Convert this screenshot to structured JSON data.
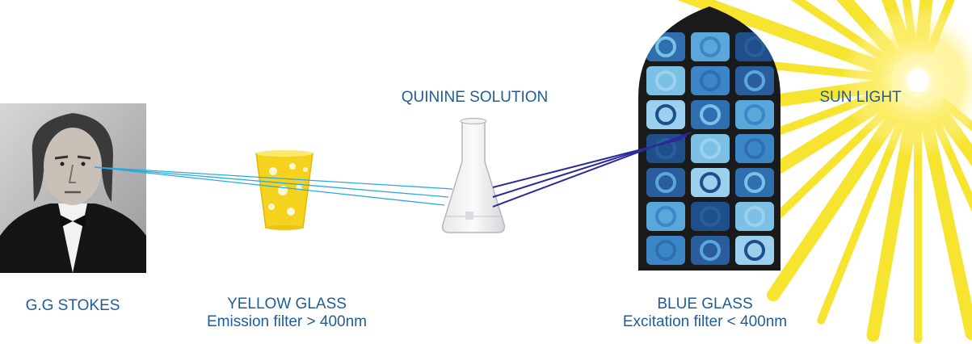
{
  "labels": {
    "stokes": "G.G STOKES",
    "yellow_glass_title": "YELLOW GLASS",
    "yellow_glass_sub": "Emission filter > 400nm",
    "quinine": "QUININE SOLUTION",
    "blue_glass_title": "BLUE GLASS",
    "blue_glass_sub": "Excitation filter < 400nm",
    "sun": "SUN LIGHT"
  },
  "colors": {
    "label_text": "#1f5d99",
    "emitted_ray": "#29a9e0",
    "excitation_ray": "#2a2a9a",
    "sun_ray": "#f7e21a",
    "yellow_glass": "#f5d21e",
    "window_frame": "#1a1a1a",
    "window_glass": "#3f86c4"
  },
  "icons": {
    "portrait": "portrait-illustration",
    "yellow_glass": "drinking-glass-icon",
    "flask": "erlenmeyer-flask-icon",
    "window": "stained-glass-window-icon",
    "sun": "sun-icon"
  }
}
